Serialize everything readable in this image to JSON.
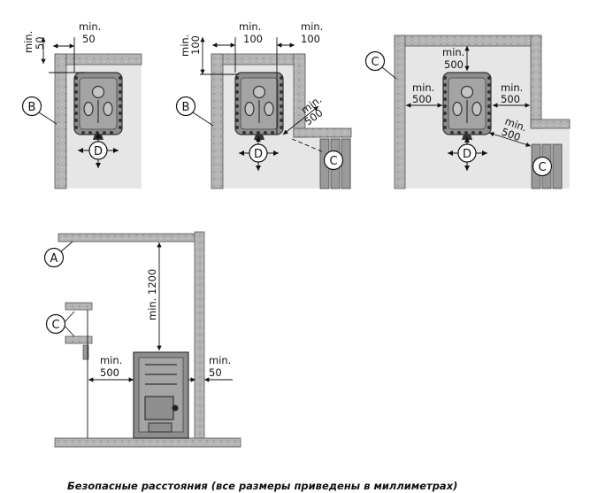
{
  "labels": {
    "a": "A",
    "b": "B",
    "c": "C",
    "d": "D"
  },
  "dims": {
    "p1_top": "min.",
    "p1_top_val": "50",
    "p1_side": "min.",
    "p1_side_val": "50",
    "p2_top_left": "min.",
    "p2_top_left_val": "100",
    "p2_top_right": "min.",
    "p2_top_right_val": "100",
    "p2_side": "min.",
    "p2_side_val": "100",
    "p2_diag": "min.",
    "p2_diag_val": "500",
    "p3_top": "min.",
    "p3_top_val": "500",
    "p3_left": "min.",
    "p3_left_val": "500",
    "p3_right": "min.",
    "p3_right_val": "500",
    "p3_diag": "min.",
    "p3_diag_val": "500",
    "p4_height": "min. 1200",
    "p4_left": "min.",
    "p4_left_val": "500",
    "p4_right": "min.",
    "p4_right_val": "50"
  },
  "caption": "Безопасные расстояния (все размеры приведены в миллиметрах)",
  "colors": {
    "wall": "#b4b4b4",
    "floor": "#e6e6e6",
    "stove": "#8e8e8e",
    "stove_dark": "#4a4a4a",
    "line": "#111111"
  }
}
